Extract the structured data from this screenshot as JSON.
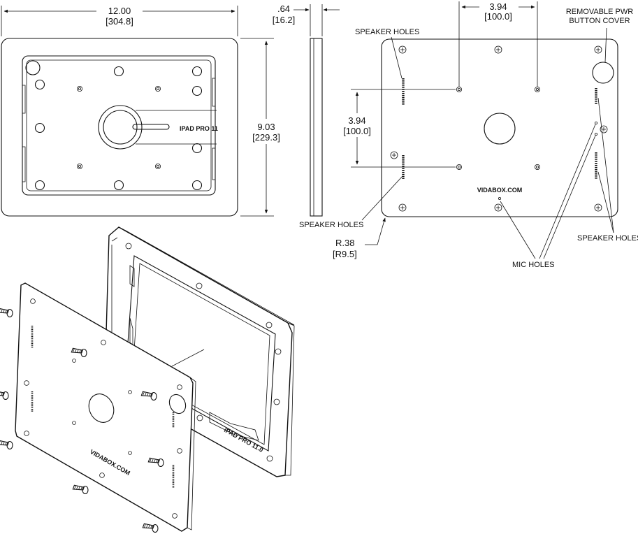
{
  "dimensions": {
    "width_in": "12.00",
    "width_mm": "[304.8]",
    "thickness_in": ".64",
    "thickness_mm": "[16.2]",
    "height_in": "9.03",
    "height_mm": "[229.3]",
    "vesa_h_in": "3.94",
    "vesa_h_mm": "[100.0]",
    "vesa_v_in": "3.94",
    "vesa_v_mm": "[100.0]",
    "radius_in": "R.38",
    "radius_mm": "[R9.5]"
  },
  "callouts": {
    "speaker_holes_top": "SPEAKER HOLES",
    "speaker_holes_left": "SPEAKER HOLES",
    "speaker_holes_right": "SPEAKER HOLES",
    "mic_holes": "MIC HOLES",
    "pwr_cover_line1": "REMOVABLE PWR",
    "pwr_cover_line2": "BUTTON COVER"
  },
  "engravings": {
    "model_label": "IPAD PRO 11",
    "model_label_iso": "IPAD PRO 11.0",
    "brand_back": "VIDABOX.COM",
    "brand_iso": "VIDABOX.COM"
  }
}
